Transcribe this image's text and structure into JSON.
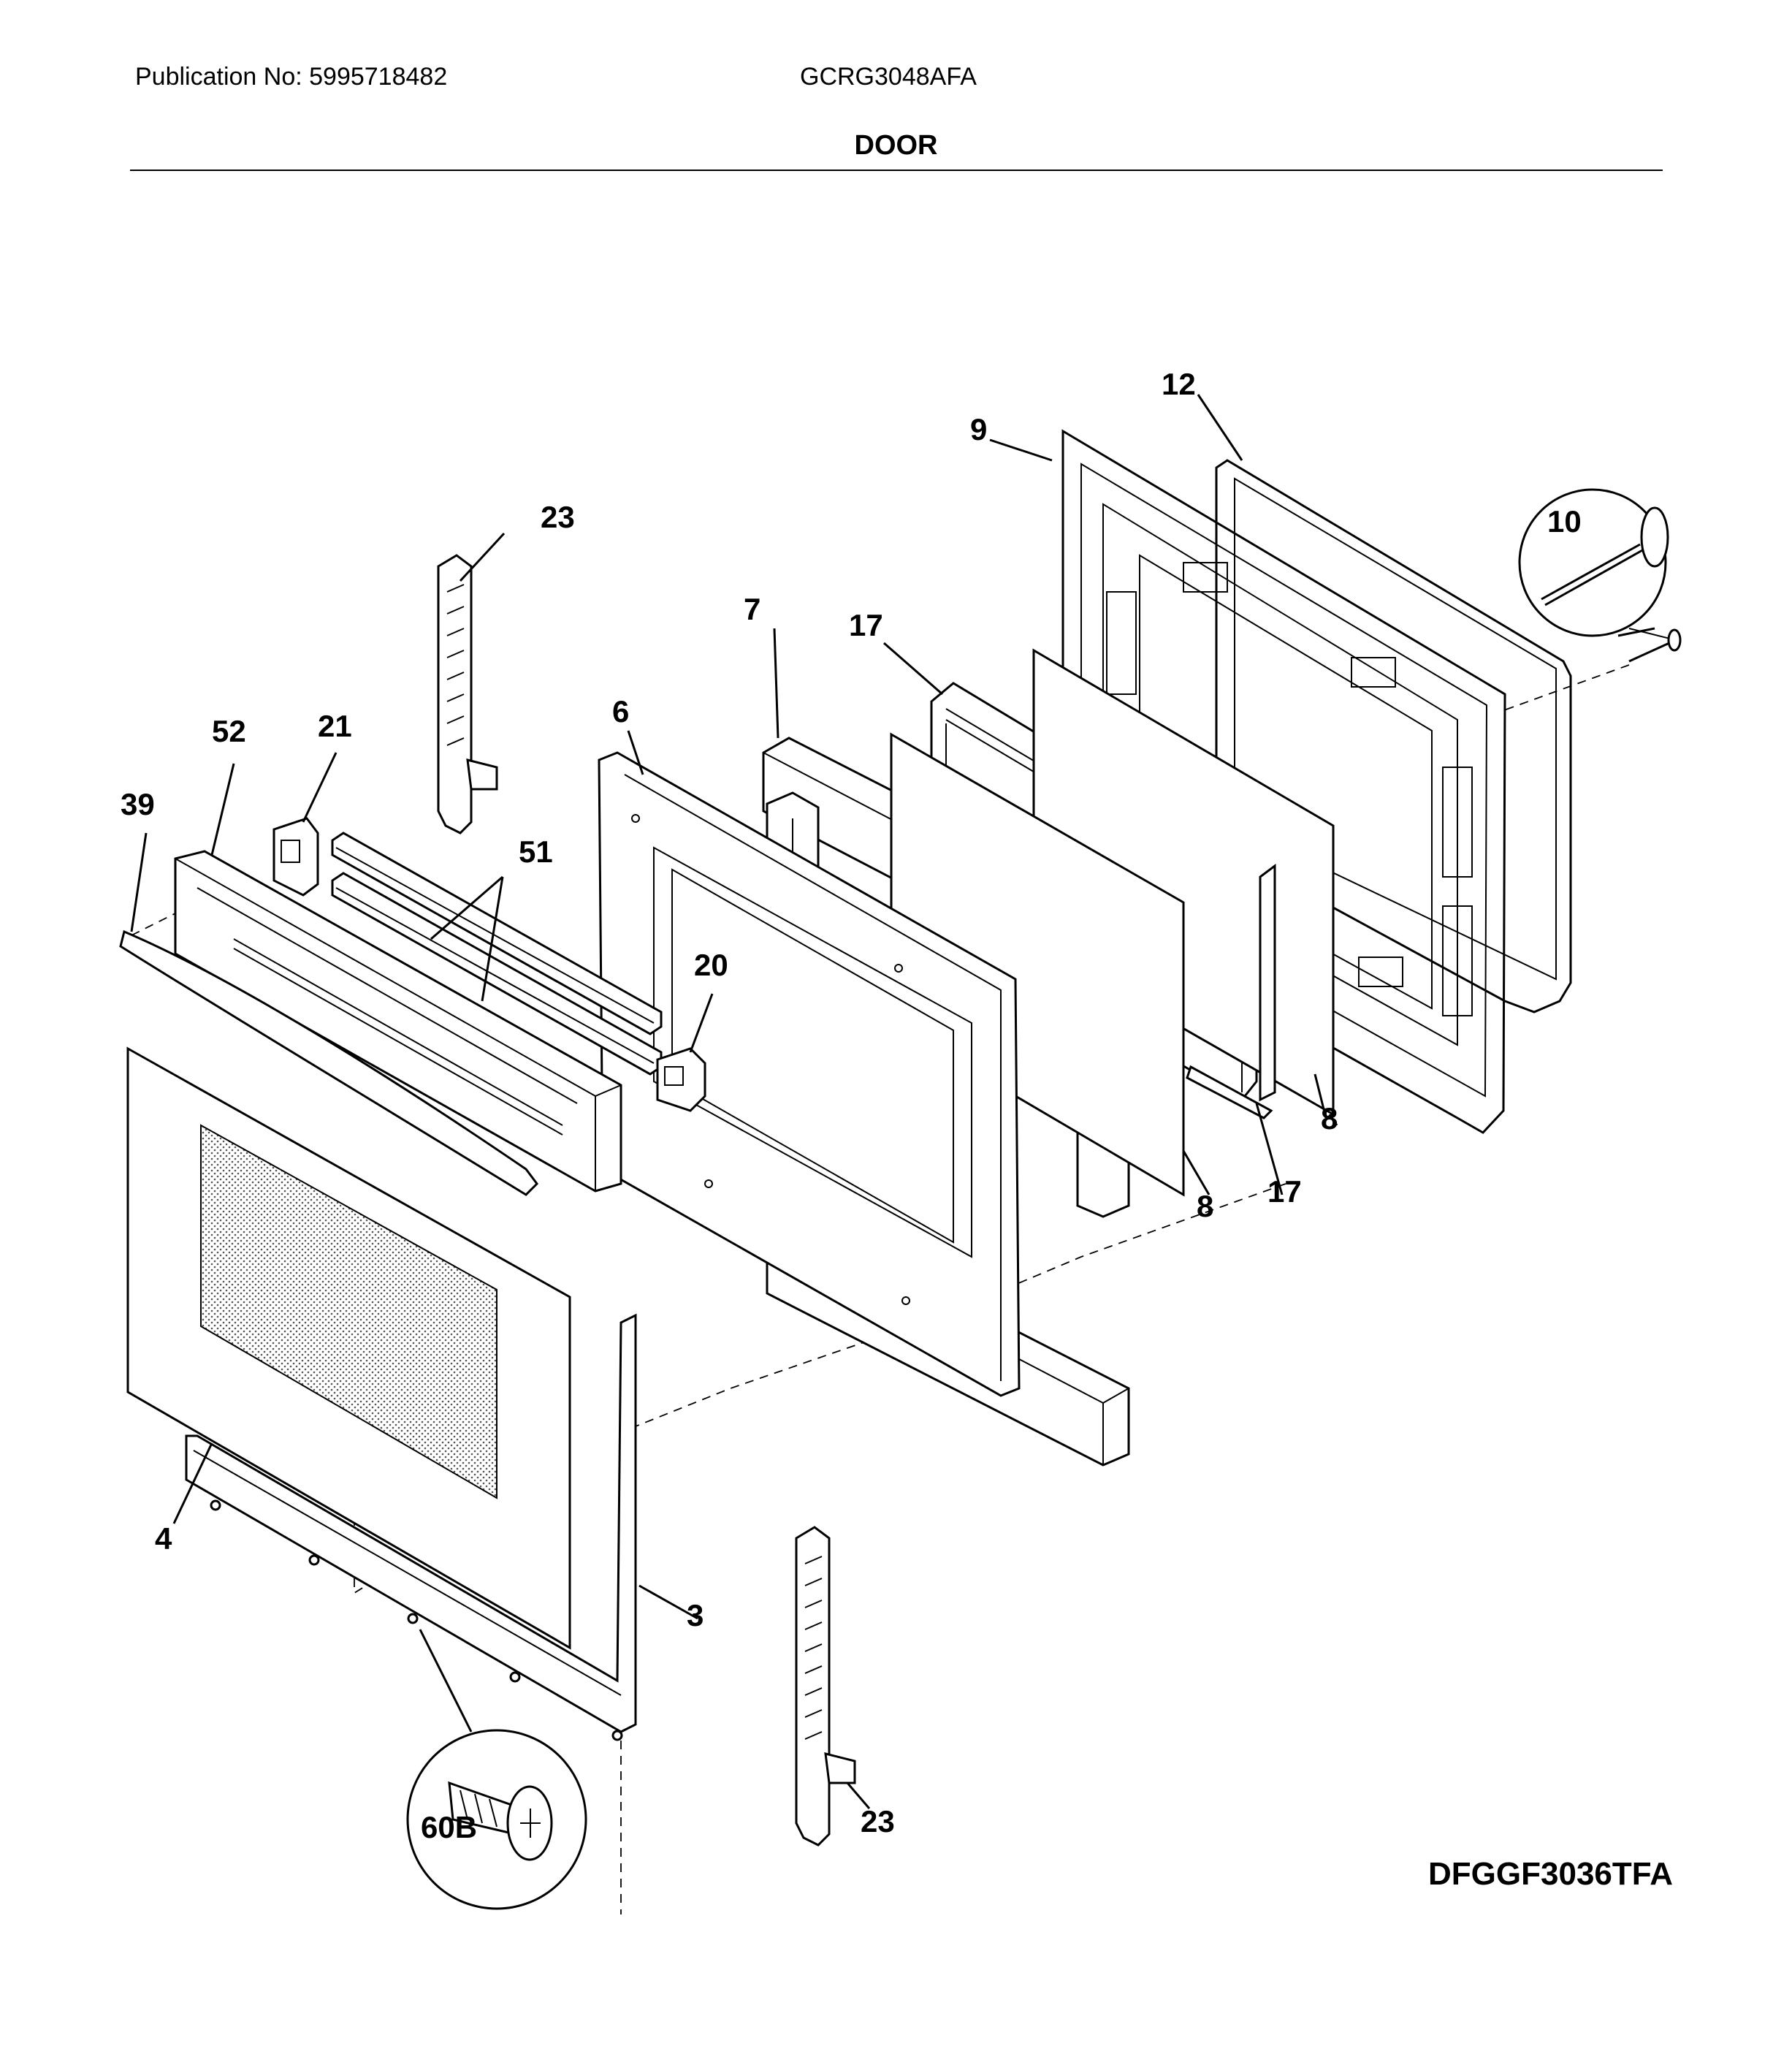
{
  "header": {
    "publication": "Publication No: 5995718482",
    "model": "GCRG3048AFA",
    "section_title": "DOOR"
  },
  "diagram_code": "DFGGF3036TFA",
  "callouts": {
    "c12": "12",
    "c9": "9",
    "c10": "10",
    "c23_top": "23",
    "c7": "7",
    "c17_top": "17",
    "c6": "6",
    "c52": "52",
    "c21": "21",
    "c39": "39",
    "c51": "51",
    "c20": "20",
    "c8_right": "8",
    "c8_mid": "8",
    "c17_bottom": "17",
    "c4": "4",
    "c3": "3",
    "c60b": "60B",
    "c23_bottom": "23"
  }
}
